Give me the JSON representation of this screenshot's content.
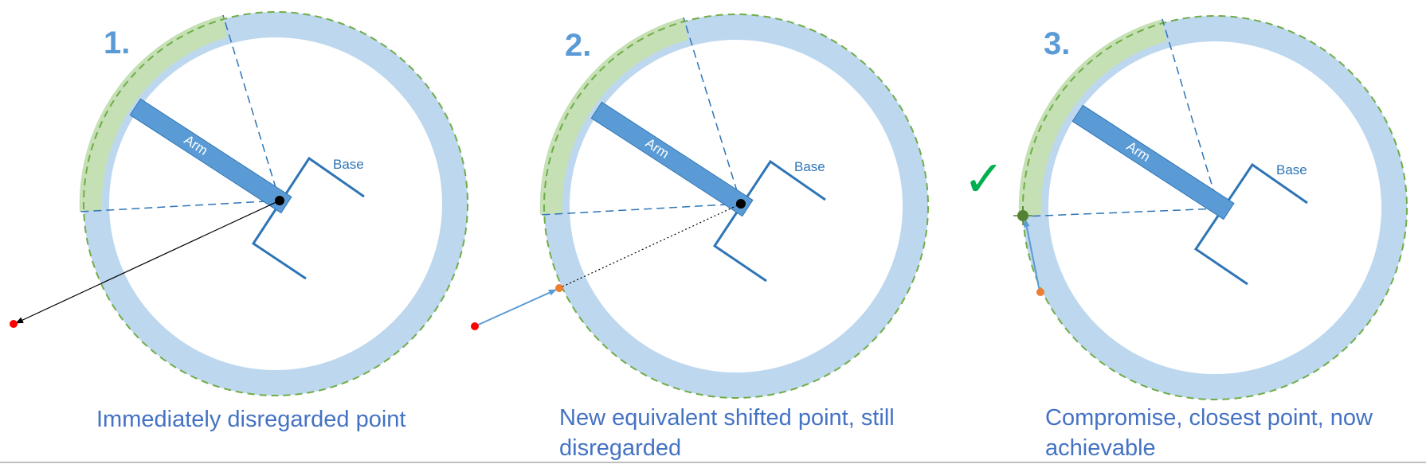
{
  "panels": [
    {
      "step": "1.",
      "caption_lines": [
        "Immediately disregarded point"
      ],
      "arm_label": "Arm",
      "base_label": "Base"
    },
    {
      "step": "2.",
      "caption_lines": [
        "New equivalent shifted point, still",
        "disregarded"
      ],
      "arm_label": "Arm",
      "base_label": "Base"
    },
    {
      "step": "3.",
      "caption_lines": [
        "Compromise, closest point, now",
        "achievable"
      ],
      "arm_label": "Arm",
      "base_label": "Base",
      "status_mark": "✓"
    }
  ],
  "colors": {
    "ring_reachable": "#bdd7ee",
    "ring_limit": "#c5e0b4",
    "ring_outline": "#70ad47",
    "arm": "#5b9bd5",
    "arm_outline": "#2e75b6",
    "target_point": "#ff0000",
    "shifted_point": "#ed7d31",
    "pivot": "#000000",
    "compromise_point": "#548235",
    "check": "#00b050"
  }
}
